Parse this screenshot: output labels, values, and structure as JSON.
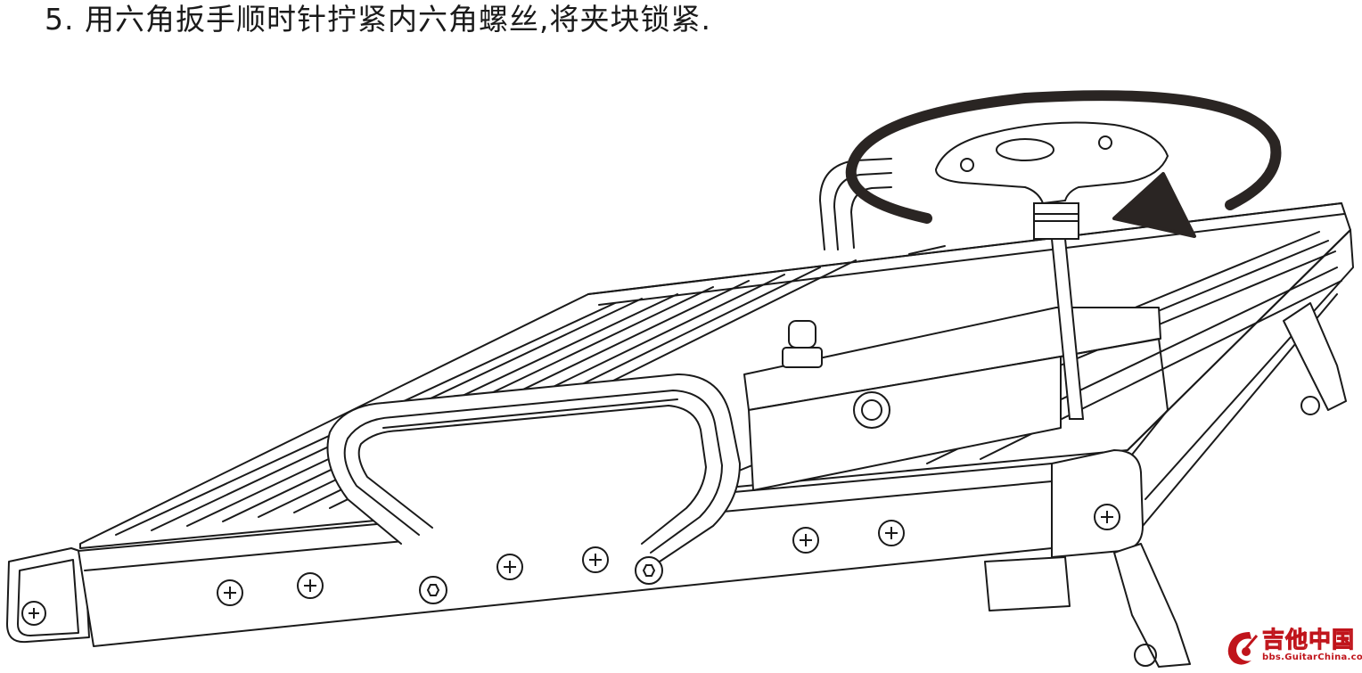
{
  "instruction": {
    "step_number": "5.",
    "text": "用六角扳手顺时针拧紧内六角螺丝,将夹块锁紧."
  },
  "watermark": {
    "name": "吉他中国",
    "url": "bbs.GuitarChina.com",
    "color": "#c0141b"
  },
  "icons": [
    "hex-key-icon",
    "rotation-arrow-icon",
    "phillips-screw-icon",
    "hex-socket-screw-icon"
  ],
  "colors": {
    "line": "#1a1a1a",
    "fill": "#ffffff",
    "arrow": "#2a2523"
  }
}
